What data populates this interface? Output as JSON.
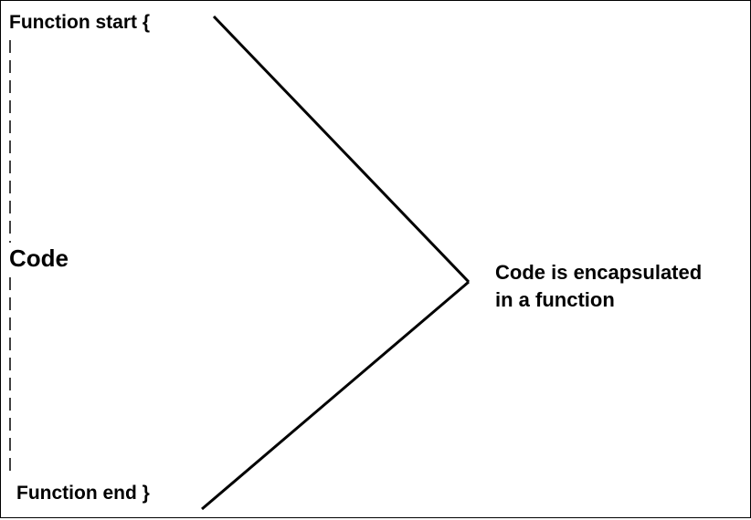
{
  "diagram": {
    "function_start": "Function start {",
    "code": "Code",
    "function_end": "Function end }",
    "caption_line1": "Code is encapsulated",
    "caption_line2": "in a function"
  },
  "colors": {
    "stroke": "#000000",
    "background": "#ffffff"
  }
}
